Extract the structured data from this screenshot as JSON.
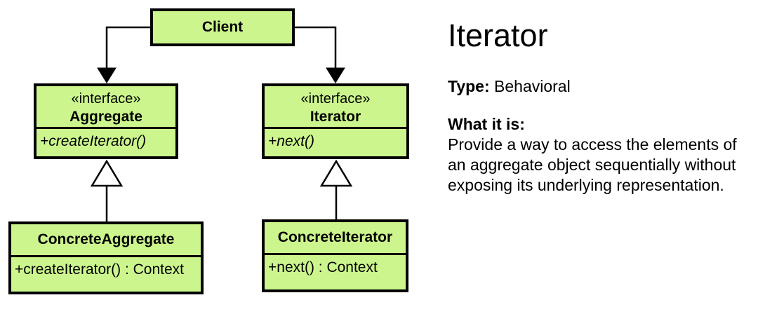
{
  "pattern": {
    "title": "Iterator",
    "type_label": "Type:",
    "type_value": "Behavioral",
    "what_label": "What it is:",
    "description": "Provide a way to access the elements of an aggregate object sequentially without exposing its underlying representation."
  },
  "diagram": {
    "client": {
      "name": "Client"
    },
    "aggregate": {
      "stereotype": "«interface»",
      "name": "Aggregate",
      "method": "+createIterator()"
    },
    "iterator": {
      "stereotype": "«interface»",
      "name": "Iterator",
      "method": "+next()"
    },
    "concrete_aggregate": {
      "name": "ConcreteAggregate",
      "method": "+createIterator() : Context"
    },
    "concrete_iterator": {
      "name": "ConcreteIterator",
      "method": "+next() : Context"
    },
    "relations": [
      "client-depends-on-aggregate",
      "client-depends-on-iterator",
      "concrete-aggregate-realizes-aggregate",
      "concrete-iterator-realizes-iterator"
    ],
    "colors": {
      "box_fill": "#ccf68d",
      "box_border": "#000000",
      "line": "#000000"
    }
  }
}
